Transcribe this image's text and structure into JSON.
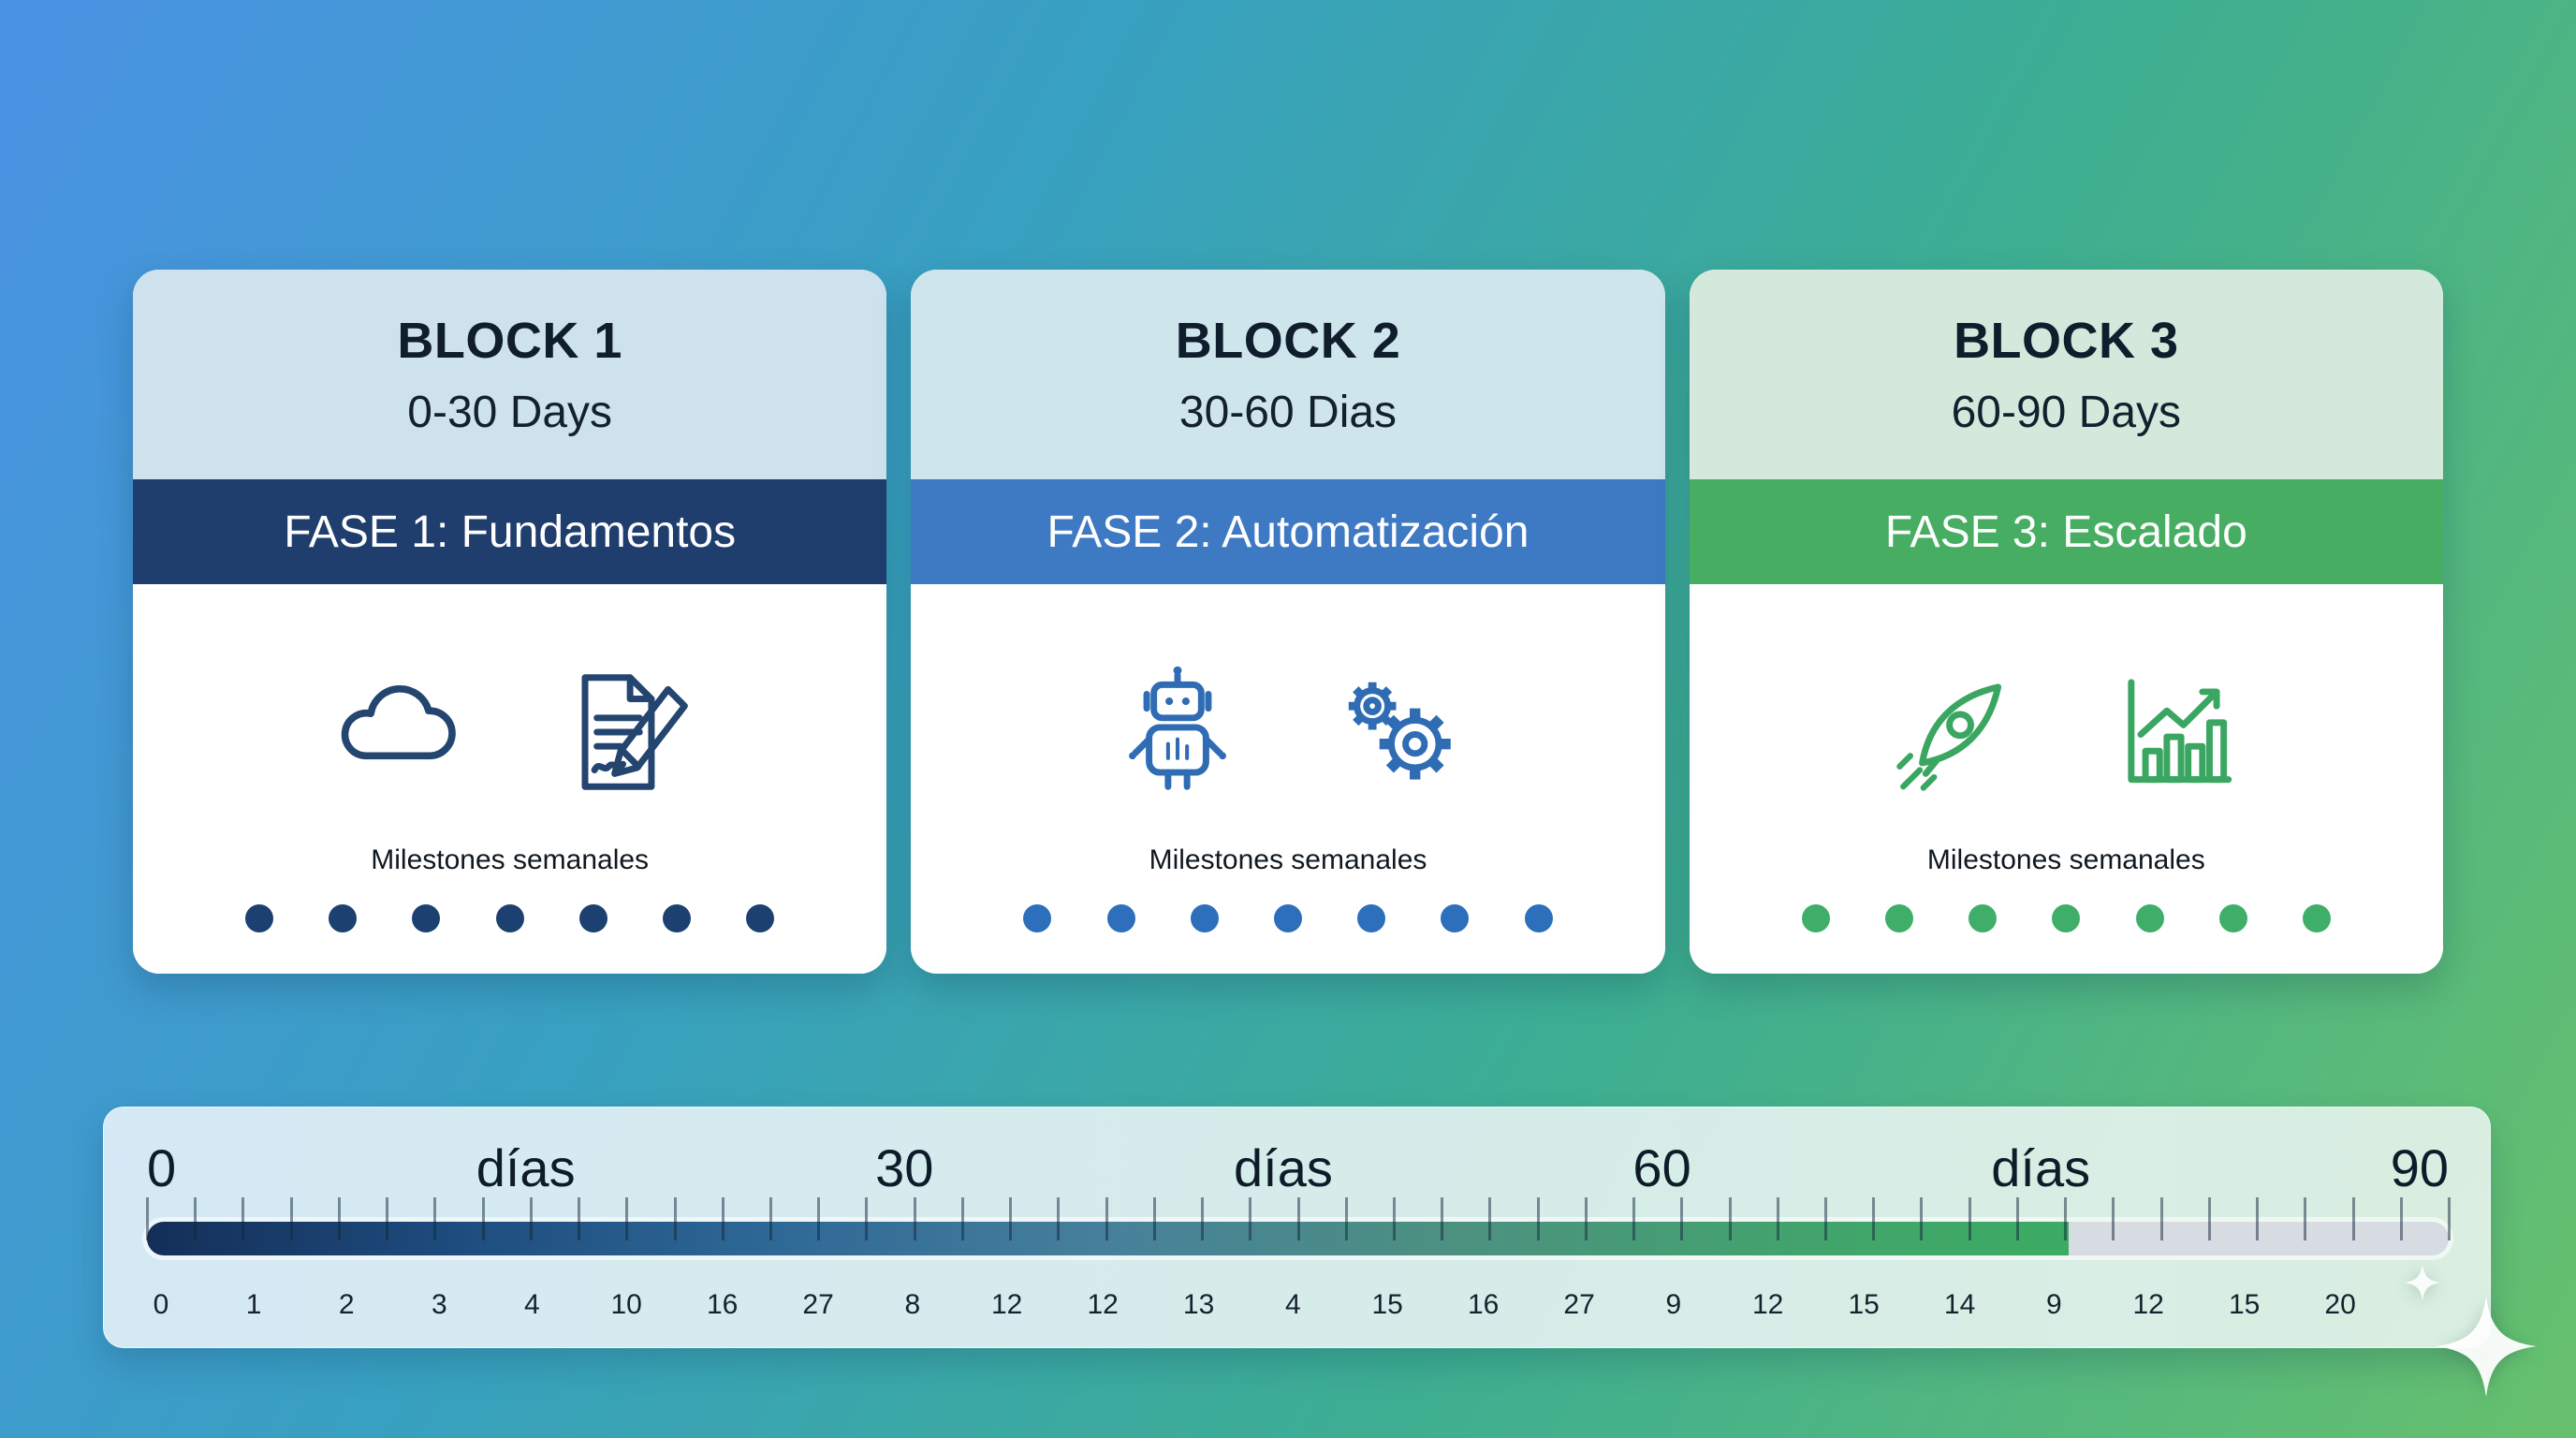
{
  "cards": [
    {
      "block_label": "BLOCK 1",
      "range_label": "0-30 Days",
      "phase_label": "FASE 1: Fundamentos",
      "milestones_label": "Milestones semanales",
      "header_bg": "#cde2ed",
      "phase_color": "#1f3e6e",
      "icon_color": "#23456f",
      "dot_color": "#1c4170",
      "dot_count": 7,
      "icons": [
        "cloud-icon",
        "document-pen-icon"
      ]
    },
    {
      "block_label": "BLOCK 2",
      "range_label": "30-60 Dias",
      "phase_label": "FASE 2: Automatización",
      "milestones_label": "Milestones semanales",
      "header_bg": "#cfe5ec",
      "phase_color": "#3e79c4",
      "icon_color": "#2f6cb4",
      "dot_color": "#2d6fba",
      "dot_count": 7,
      "icons": [
        "robot-icon",
        "gears-icon"
      ]
    },
    {
      "block_label": "BLOCK 3",
      "range_label": "60-90 Days",
      "phase_label": "FASE 3: Escalado",
      "milestones_label": "Milestones semanales",
      "header_bg": "#d4e9dc",
      "phase_color": "#46ad62",
      "icon_color": "#3aa661",
      "dot_color": "#3fae68",
      "dot_count": 7,
      "icons": [
        "rocket-icon",
        "growth-chart-icon"
      ]
    }
  ],
  "timeline": {
    "labels": [
      "0",
      "días",
      "30",
      "días",
      "60",
      "días",
      "90"
    ],
    "tick_values": [
      0,
      1,
      2,
      3,
      4,
      10,
      16,
      27,
      8,
      12,
      12,
      13,
      4,
      15,
      16,
      27,
      9,
      12,
      15,
      14,
      9,
      12,
      15,
      20
    ],
    "ruler_tick_count": 49,
    "progress_fraction": 0.835,
    "track_color": "#d7dbe2",
    "fill_colors": [
      "#142f58",
      "#2d6796",
      "#41a56b"
    ]
  },
  "background": {
    "gradient": [
      "#4a92e4",
      "#38a0c0",
      "#3dae92",
      "#67c06d"
    ]
  },
  "decor": {
    "sparkle": "sparkle-icon"
  }
}
